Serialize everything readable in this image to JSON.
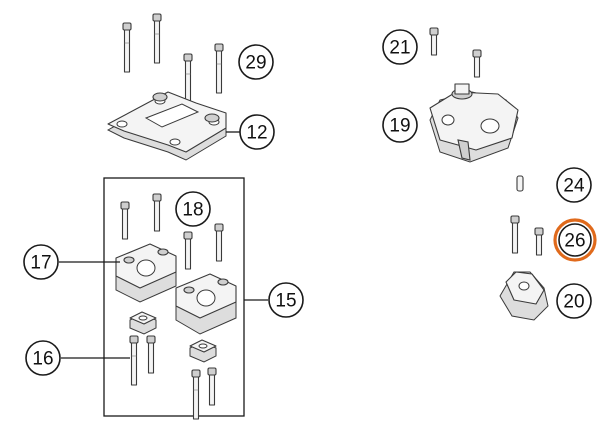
{
  "diagram": {
    "highlight_color": "#e06a1c",
    "callouts": [
      {
        "id": "29",
        "label": "29",
        "highlighted": false
      },
      {
        "id": "12",
        "label": "12",
        "highlighted": false
      },
      {
        "id": "18",
        "label": "18",
        "highlighted": false
      },
      {
        "id": "17",
        "label": "17",
        "highlighted": false
      },
      {
        "id": "15",
        "label": "15",
        "highlighted": false
      },
      {
        "id": "16",
        "label": "16",
        "highlighted": false
      },
      {
        "id": "21",
        "label": "21",
        "highlighted": false
      },
      {
        "id": "19",
        "label": "19",
        "highlighted": false
      },
      {
        "id": "24",
        "label": "24",
        "highlighted": false
      },
      {
        "id": "26",
        "label": "26",
        "highlighted": true
      },
      {
        "id": "20",
        "label": "20",
        "highlighted": false
      }
    ]
  }
}
